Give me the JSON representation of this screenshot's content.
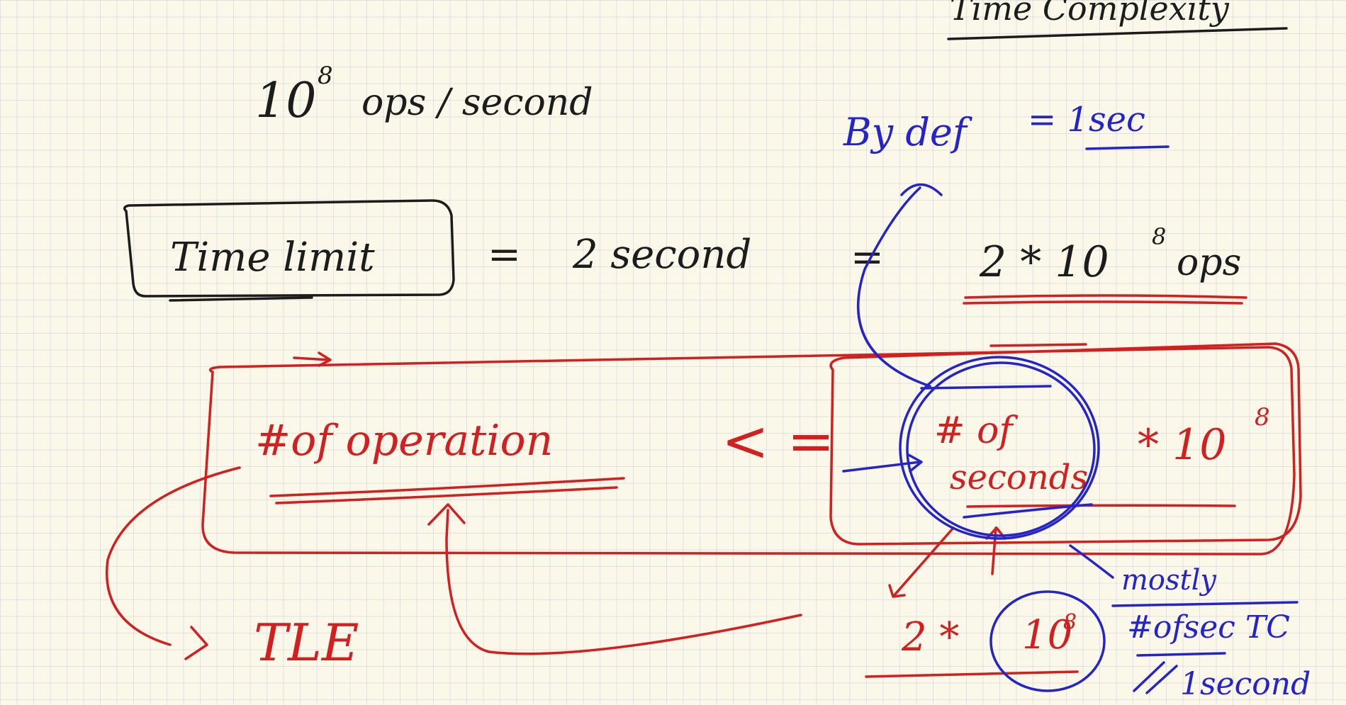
{
  "notes": {
    "heading": "Time Complexity",
    "ops_rate_base": "10",
    "ops_rate_exp": "8",
    "ops_rate_unit": "ops / second",
    "time_limit_label": "Time limit",
    "equals": "=",
    "two_seconds": "2 second",
    "two_times_ops": "2 * 10",
    "two_times_ops_exp": "8",
    "two_times_ops_unit": "ops",
    "by_default": "By def",
    "one_sec": "= 1sec",
    "num_operations": "#of operation",
    "less_equal": "< =",
    "num_seconds_line1": "# of",
    "num_seconds_line2": "seconds",
    "times_ten": "* 10",
    "times_ten_exp": "8",
    "tle": "TLE",
    "two_times": "2 *",
    "ten": "10",
    "ten_exp": "8",
    "mostly_line1": "mostly",
    "mostly_line2": "#ofsec TC",
    "mostly_line3": "1second"
  },
  "colors": {
    "paper": "#fbf8ea",
    "grid": "#aab8d0",
    "ink_black": "#1c1c1c",
    "ink_red": "#d21f1f",
    "ink_blue": "#2424c8"
  }
}
